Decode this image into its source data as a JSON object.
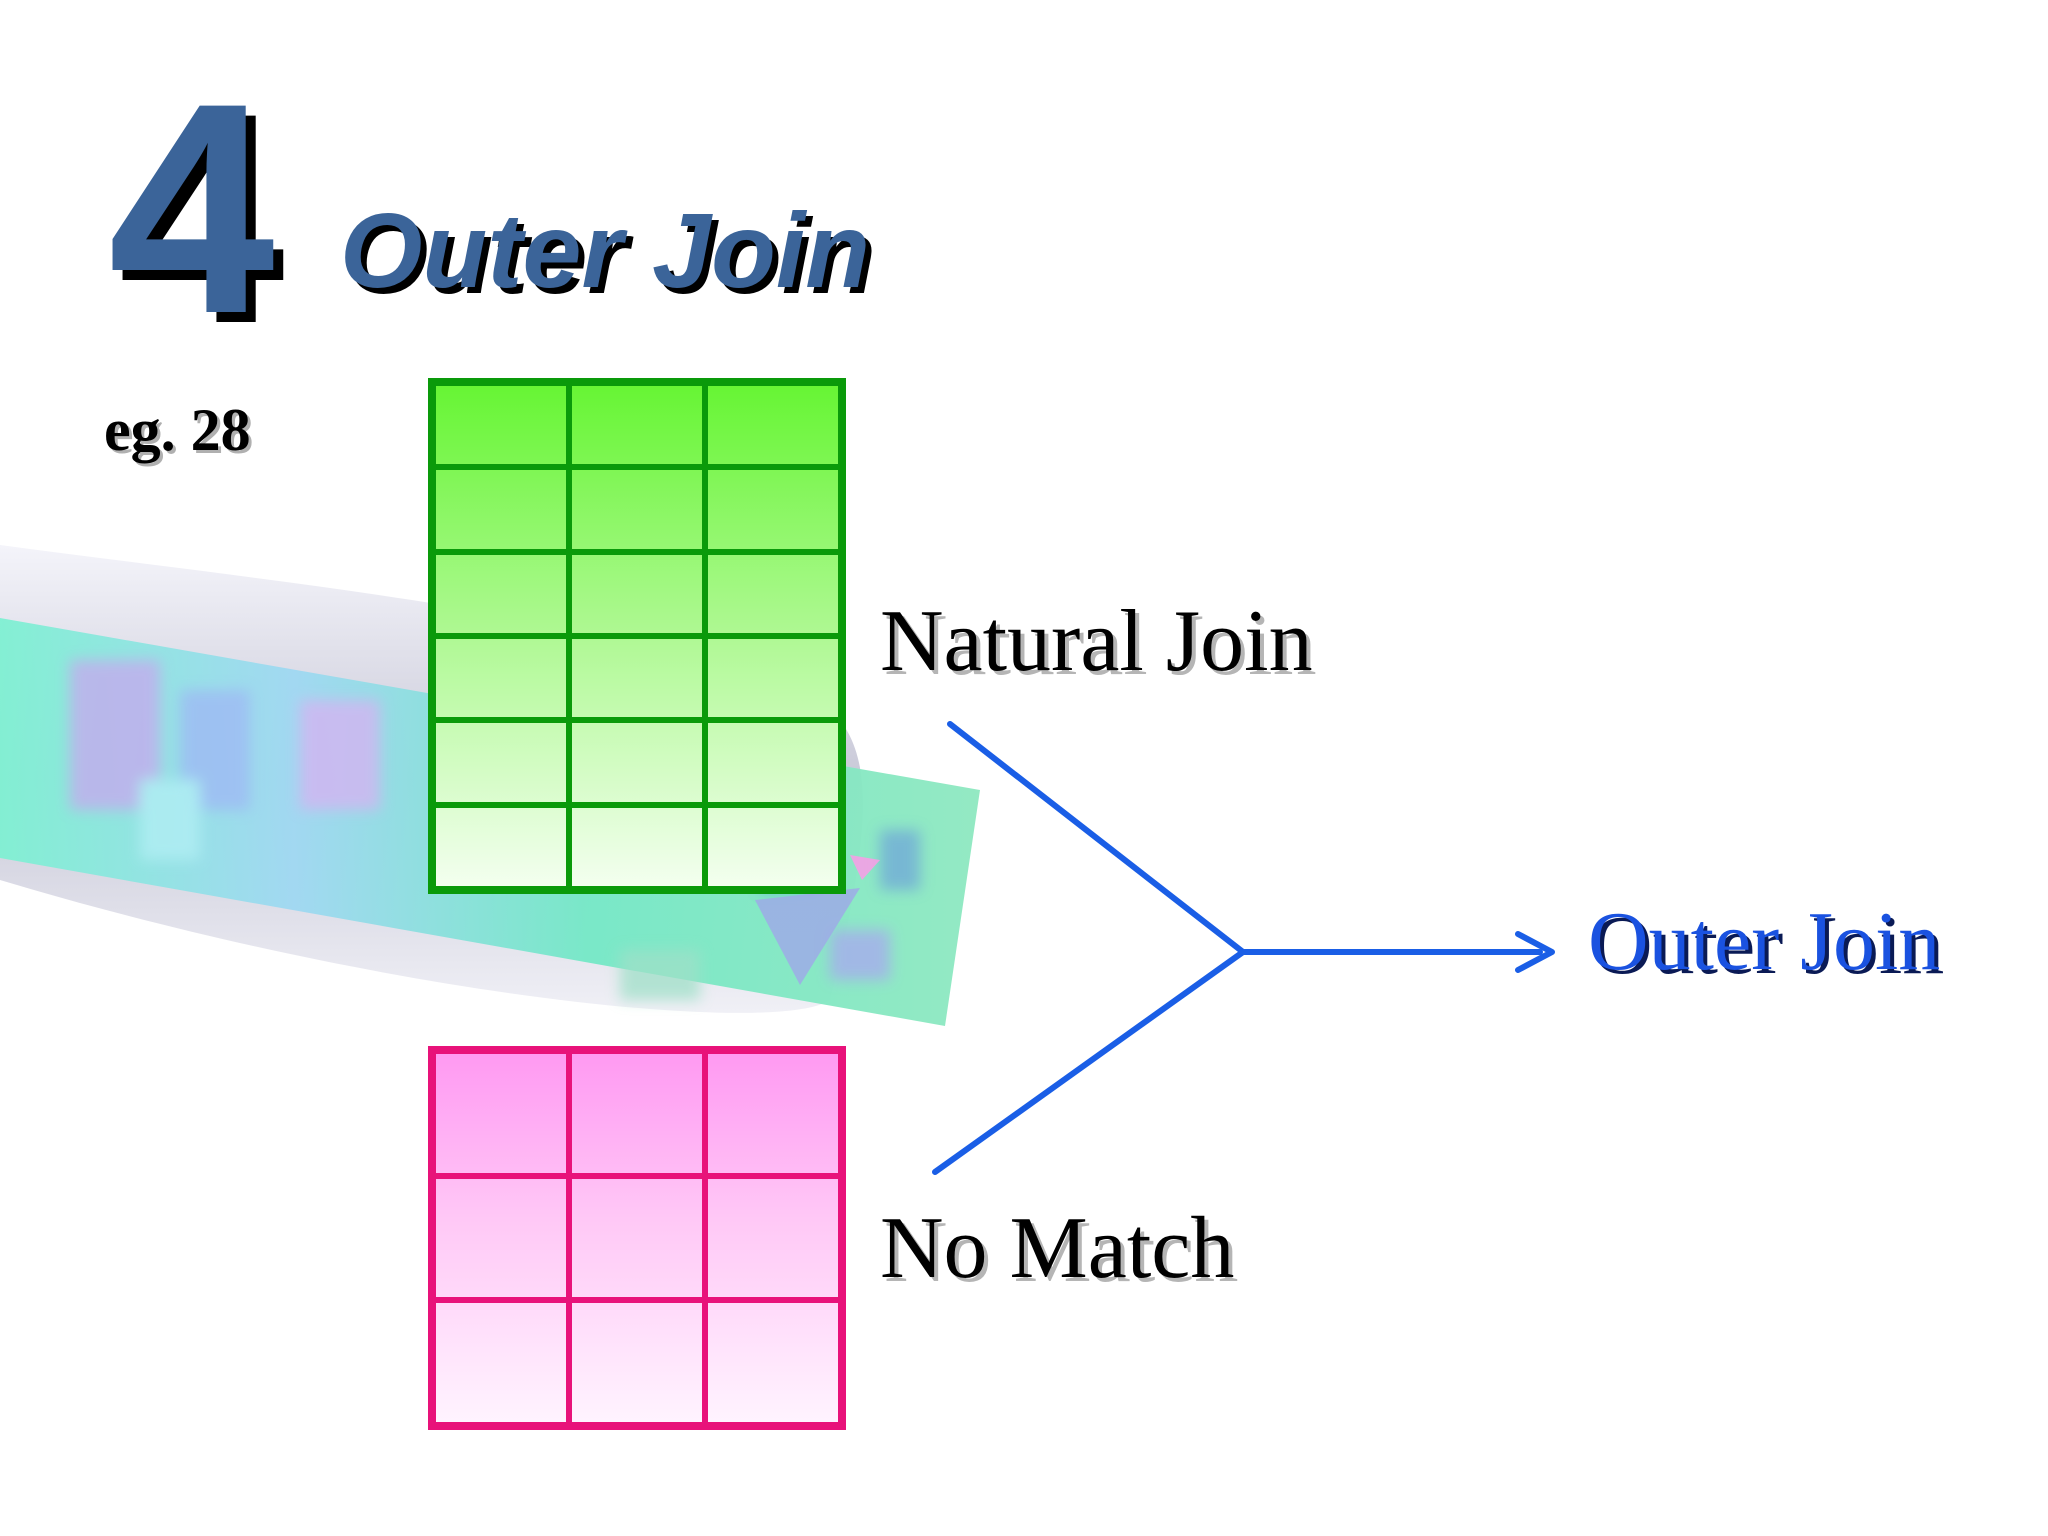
{
  "heading": {
    "number": "4",
    "title": "Outer Join"
  },
  "example_label": "eg. 28",
  "tables": {
    "matched": {
      "rows": 6,
      "columns": 3,
      "color": "#0a9a0a"
    },
    "unmatched": {
      "rows": 3,
      "columns": 3,
      "color": "#e8127a"
    }
  },
  "labels": {
    "natural_join": "Natural Join",
    "no_match": "No Match",
    "outer_join": "Outer Join"
  },
  "colors": {
    "heading": "#3b6499",
    "connector": "#1a5ee6",
    "result_text": "#1a52e0"
  }
}
